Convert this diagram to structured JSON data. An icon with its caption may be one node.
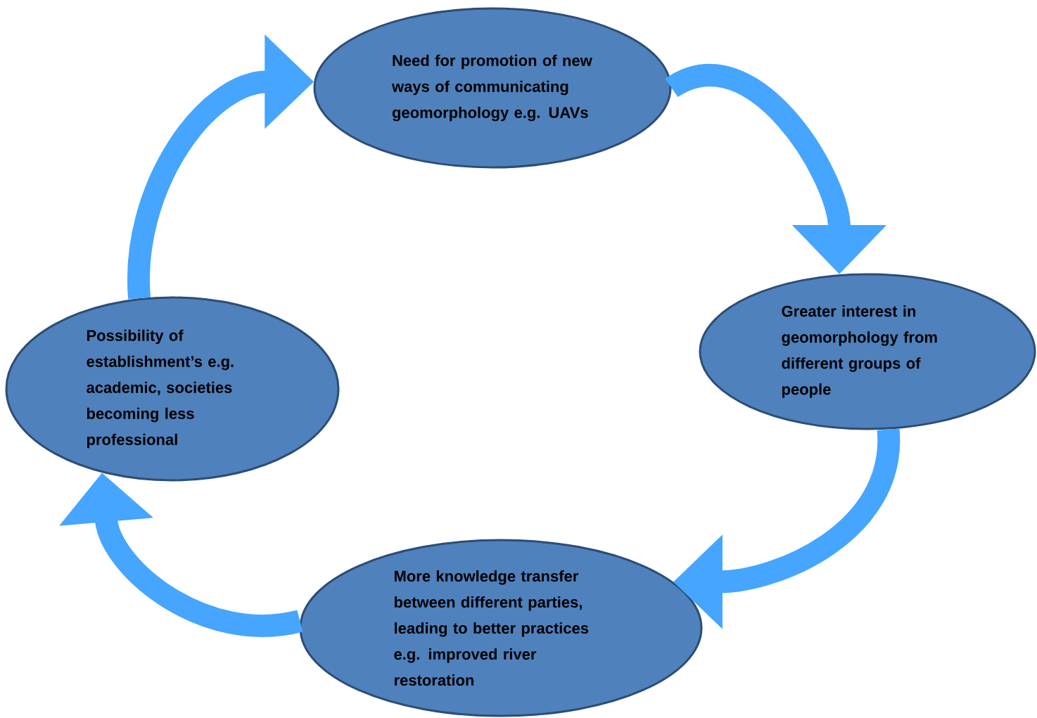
{
  "diagram": {
    "nodes": [
      {
        "text": [
          "Need for promotion of new ways of communicating geomorphology e.g. UAVs"
        ]
      },
      {
        "text": [
          "Greater interest in geomorphology from different groups of people"
        ]
      },
      {
        "text": [
          "More knowledge transfer between different parties, leading to better practices e.g. improved river restoration"
        ]
      },
      {
        "text": [
          "Possibility of establishment’s e.g. academic, societies becoming less professional"
        ]
      }
    ],
    "edges": [
      {
        "from": 0,
        "to": 1,
        "arrow": "to"
      },
      {
        "from": 1,
        "to": 2,
        "arrow": "to"
      },
      {
        "from": 2,
        "to": 3,
        "arrow": "to"
      },
      {
        "from": 3,
        "to": 0,
        "arrow": "to"
      }
    ]
  }
}
